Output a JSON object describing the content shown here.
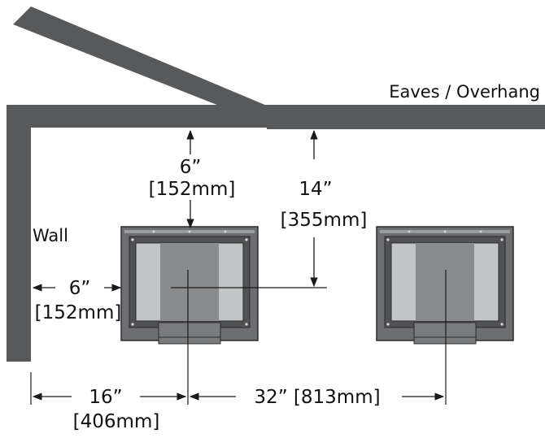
{
  "labels": {
    "eaves": "Eaves / Overhang",
    "wall": "Wall"
  },
  "dimensions": {
    "overhang_clearance": {
      "imperial": "6”",
      "metric": "[152mm]"
    },
    "eaves_clearance": {
      "imperial": "14”",
      "metric": "[355mm]"
    },
    "wall_clearance": {
      "imperial": "6”",
      "metric": "[152mm]"
    },
    "wall_to_center": {
      "imperial": "16”",
      "metric": "[406mm]"
    },
    "unit_spacing": {
      "text": "32” [813mm]"
    }
  },
  "colors": {
    "structure": "#58595b",
    "unit_frame": "#6d6e71",
    "unit_inner": "#c3c4c6",
    "unit_center": "#8a8b8d",
    "line": "#1a1a1a"
  }
}
